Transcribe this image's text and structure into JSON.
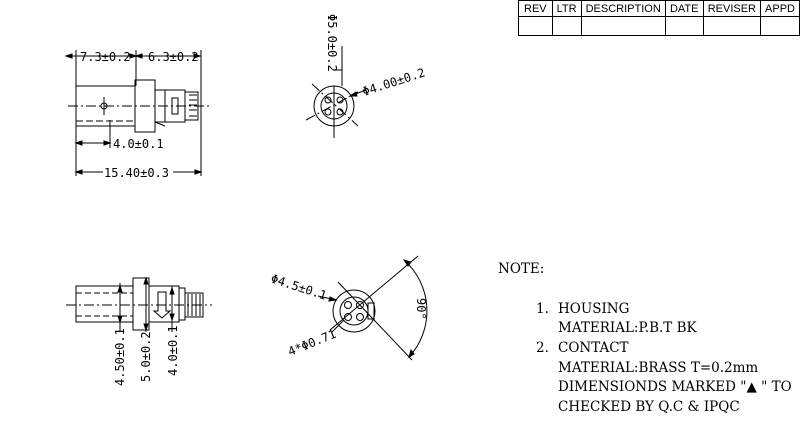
{
  "revision_table": {
    "headers": [
      "REV",
      "LTR",
      "DESCRIPTION",
      "DATE",
      "REVISER",
      "APPD"
    ],
    "rows": [
      [
        "",
        "",
        "",
        "",
        "",
        ""
      ]
    ]
  },
  "dimensions": {
    "top_left_len": "7.3±0.2",
    "top_right_len": "6.3±0.2",
    "inner_len": "4.0±0.1",
    "total_len": "15.40±0.3",
    "front_outer_dia": "Φ5.0±0.2",
    "front_pin_circle": "Φ4.00±0.2",
    "bottom_h1": "4.50±0.1",
    "bottom_h2": "5.0±0.2",
    "bottom_h3": "4.0±0.1",
    "rear_outer_dia": "Φ4.5±0.1",
    "rear_holes": "4*Φ0.71",
    "rear_angle": "90°"
  },
  "notes": {
    "title": "NOTE:",
    "items": [
      {
        "num": "1.",
        "head": "HOUSING",
        "lines": [
          "MATERIAL:P.B.T BK"
        ]
      },
      {
        "num": "2.",
        "head": "CONTACT",
        "lines": [
          "MATERIAL:BRASS T=0.2mm",
          "DIMENSIONDS MARKED \"▲ \" TO",
          "CHECKED BY Q.C & IPQC"
        ]
      }
    ]
  }
}
